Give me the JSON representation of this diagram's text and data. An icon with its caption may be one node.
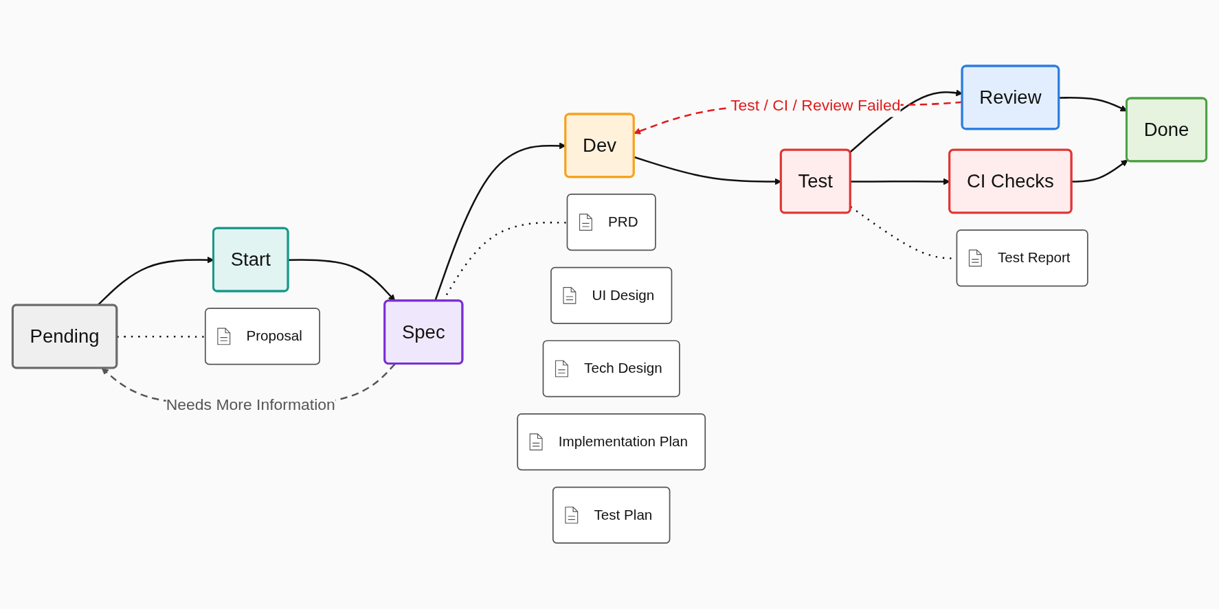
{
  "diagram": {
    "nodes": [
      {
        "text": [
          "Pending"
        ]
      },
      {
        "text": [
          "Start"
        ]
      },
      {
        "text": [
          "Spec"
        ]
      },
      {
        "text": [
          "Dev"
        ]
      },
      {
        "text": [
          "Test"
        ]
      },
      {
        "text": [
          "Review"
        ]
      },
      {
        "text": [
          "CI Checks"
        ]
      },
      {
        "text": [
          "Done"
        ]
      },
      {
        "text": [
          "Proposal"
        ]
      },
      {
        "text": [
          "PRD"
        ]
      },
      {
        "text": [
          "UI Design"
        ]
      },
      {
        "text": [
          "Tech Design"
        ]
      },
      {
        "text": [
          "Implementation Plan"
        ]
      },
      {
        "text": [
          "Test Plan"
        ]
      },
      {
        "text": [
          "Test Report"
        ]
      }
    ],
    "edges": [
      {
        "from": 0,
        "to": 1,
        "arrow": "to"
      },
      {
        "from": 1,
        "to": 2,
        "arrow": "to"
      },
      {
        "from": 2,
        "to": 3,
        "arrow": "to"
      },
      {
        "from": 3,
        "to": 4,
        "arrow": "to"
      },
      {
        "from": 4,
        "to": 5,
        "arrow": "to"
      },
      {
        "from": 4,
        "to": 6,
        "arrow": "to"
      },
      {
        "from": 5,
        "to": 7,
        "arrow": "to"
      },
      {
        "from": 6,
        "to": 7,
        "arrow": "to"
      },
      {
        "from": 2,
        "to": 0,
        "arrow": "to",
        "label": "Needs More Information",
        "style": "dashed",
        "color": "#555555"
      },
      {
        "from": 5,
        "to": 3,
        "arrow": "to",
        "label": "Test / CI / Review Failed",
        "style": "dashed",
        "color": "#e01b1b"
      },
      {
        "from": 0,
        "to": 8,
        "arrow": "none",
        "style": "dashed"
      },
      {
        "from": 2,
        "to": 9,
        "arrow": "none",
        "style": "dashed"
      },
      {
        "from": 4,
        "to": 14,
        "arrow": "none",
        "style": "dashed"
      }
    ]
  }
}
